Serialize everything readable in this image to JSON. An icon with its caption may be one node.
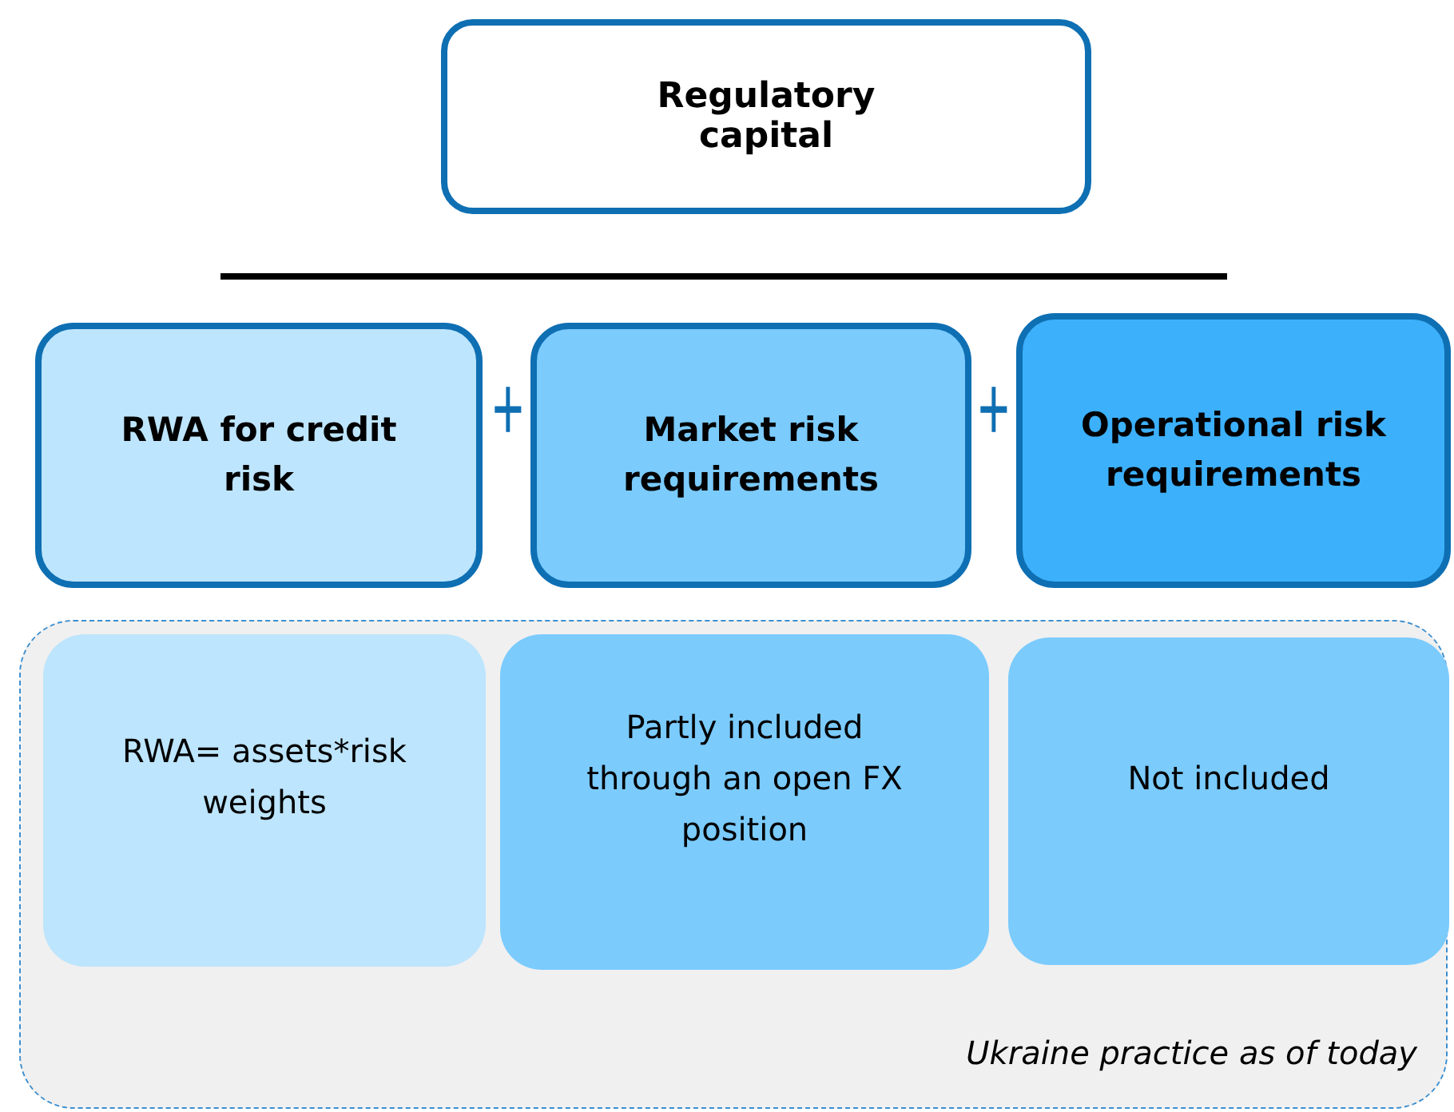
{
  "diagram": {
    "nodes": [
      {
        "text": [
          "Regulatory capital"
        ]
      },
      {
        "text": [
          "RWA for credit risk"
        ]
      },
      {
        "text": [
          "Market risk requirements"
        ]
      },
      {
        "text": [
          "Operational risk requirements"
        ]
      },
      {
        "text": [
          "Ukraine practice as of today"
        ]
      },
      {
        "text": [
          "RWA= assets*risk weights"
        ],
        "in": 4
      },
      {
        "text": [
          "Partly included through an open FX position"
        ],
        "in": 4
      },
      {
        "text": [
          "Not included"
        ],
        "in": 4
      }
    ],
    "labels": [
      "+",
      "+"
    ]
  }
}
